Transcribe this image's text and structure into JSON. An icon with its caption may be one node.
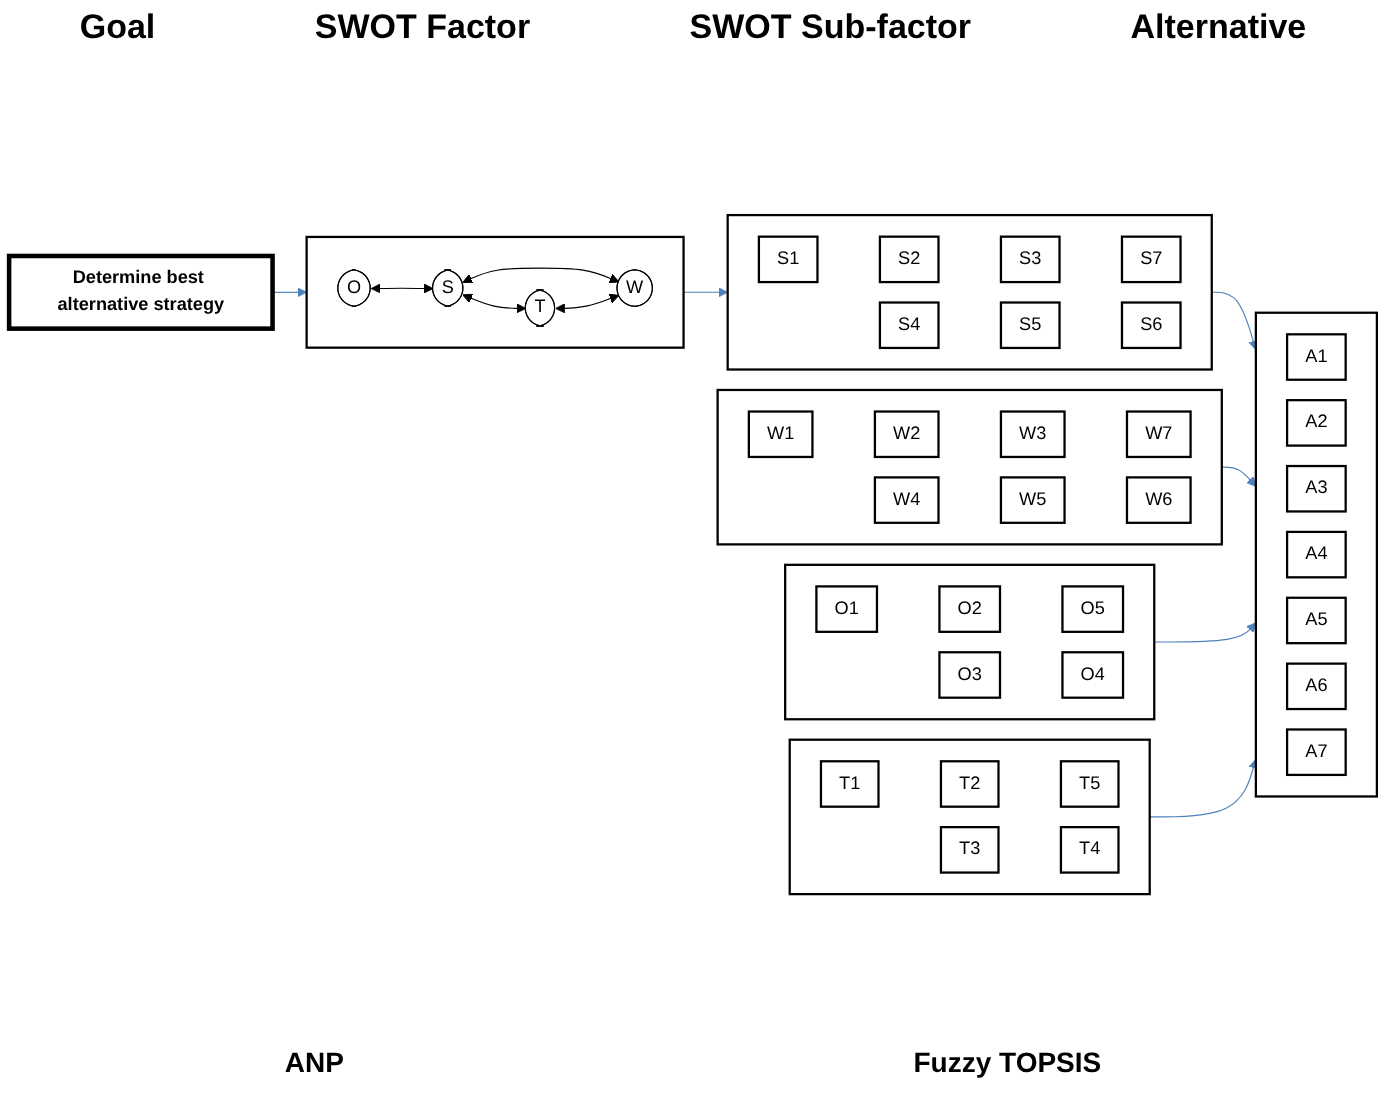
{
  "diagram": {
    "nodes": [
      {
        "text": [
          "Determine best alternative strategy"
        ]
      },
      {
        "text": [],
        "shape": "box"
      },
      {
        "text": [
          "O"
        ],
        "in": 1
      },
      {
        "text": [
          "S"
        ],
        "in": 1
      },
      {
        "text": [
          "T"
        ],
        "in": 1
      },
      {
        "text": [
          "W"
        ],
        "in": 1
      },
      {
        "text": [],
        "shape": "box"
      },
      {
        "text": [
          "S1"
        ],
        "in": 6
      },
      {
        "text": [
          "S2"
        ],
        "in": 6
      },
      {
        "text": [
          "S3"
        ],
        "in": 6
      },
      {
        "text": [
          "S4"
        ],
        "in": 6
      },
      {
        "text": [
          "S5"
        ],
        "in": 6
      },
      {
        "text": [
          "S6"
        ],
        "in": 6
      },
      {
        "text": [
          "S7"
        ],
        "in": 6
      },
      {
        "text": [],
        "shape": "box"
      },
      {
        "text": [
          "W1"
        ],
        "in": 14
      },
      {
        "text": [
          "W2"
        ],
        "in": 14
      },
      {
        "text": [
          "W3"
        ],
        "in": 14
      },
      {
        "text": [
          "W4"
        ],
        "in": 14
      },
      {
        "text": [
          "W5"
        ],
        "in": 14
      },
      {
        "text": [
          "W6"
        ],
        "in": 14
      },
      {
        "text": [
          "W7"
        ],
        "in": 14
      },
      {
        "text": [],
        "shape": "box"
      },
      {
        "text": [
          "O1"
        ],
        "in": 22
      },
      {
        "text": [
          "O2"
        ],
        "in": 22
      },
      {
        "text": [
          "O3"
        ],
        "in": 22
      },
      {
        "text": [
          "O4"
        ],
        "in": 22
      },
      {
        "text": [
          "O5"
        ],
        "in": 22
      },
      {
        "text": [],
        "shape": "box"
      },
      {
        "text": [
          "T1"
        ],
        "in": 28
      },
      {
        "text": [
          "T2"
        ],
        "in": 28
      },
      {
        "text": [
          "T3"
        ],
        "in": 28
      },
      {
        "text": [
          "T4"
        ],
        "in": 28
      },
      {
        "text": [
          "T5"
        ],
        "in": 28
      },
      {
        "text": [],
        "shape": "box"
      },
      {
        "text": [
          "A1"
        ],
        "in": 34
      },
      {
        "text": [
          "A2"
        ],
        "in": 34
      },
      {
        "text": [
          "A3"
        ],
        "in": 34
      },
      {
        "text": [
          "A4"
        ],
        "in": 34
      },
      {
        "text": [
          "A5"
        ],
        "in": 34
      },
      {
        "text": [
          "A6"
        ],
        "in": 34
      },
      {
        "text": [
          "A7"
        ],
        "in": 34
      }
    ],
    "edges": [
      {
        "from": 0,
        "to": 1,
        "arrow": "to",
        "color": "#4f81bd"
      },
      {
        "from": 2,
        "to": 3,
        "arrow": "both",
        "color": "#000000"
      },
      {
        "from": 3,
        "to": 4,
        "arrow": "both",
        "color": "#000000"
      },
      {
        "from": 3,
        "to": 5,
        "arrow": "both",
        "color": "#000000"
      },
      {
        "from": 4,
        "to": 5,
        "arrow": "both",
        "color": "#000000"
      },
      {
        "from": 1,
        "to": 6,
        "arrow": "to",
        "color": "#4f81bd"
      },
      {
        "from": 6,
        "to": 34,
        "arrow": "to",
        "color": "#4f81bd"
      },
      {
        "from": 14,
        "to": 34,
        "arrow": "to",
        "color": "#4f81bd"
      },
      {
        "from": 22,
        "to": 34,
        "arrow": "to",
        "color": "#4f81bd"
      },
      {
        "from": 28,
        "to": 34,
        "arrow": "to",
        "color": "#4f81bd"
      }
    ],
    "labels": [
      "Goal",
      "SWOT Factor",
      "SWOT Sub-factor",
      "Alternative",
      "ANP",
      "Fuzzy TOPSIS"
    ]
  }
}
